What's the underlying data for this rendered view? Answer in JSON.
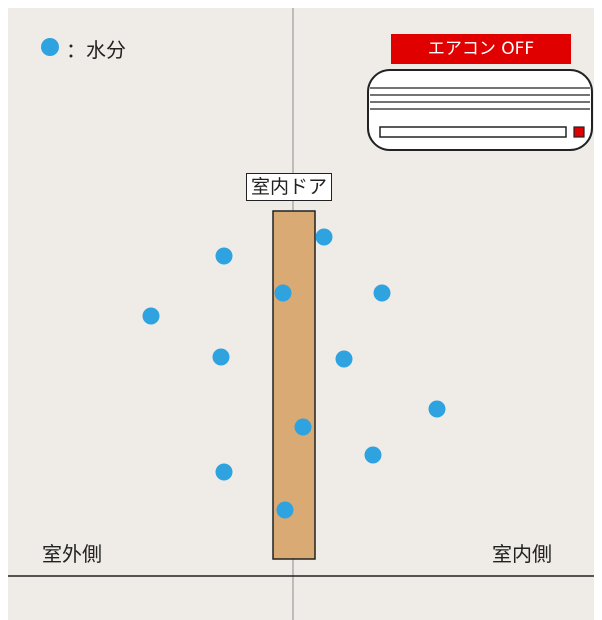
{
  "legend": {
    "label": "：水分",
    "icon": "moisture-dot-icon",
    "color": "#2ea3e0"
  },
  "aircon": {
    "status_label": "エアコン OFF",
    "status_color": "#e00000",
    "icon": "air-conditioner-icon"
  },
  "door": {
    "label": "室内ドア",
    "color": "#d9aa73"
  },
  "sides": {
    "outside": "室外側",
    "inside": "室内側"
  },
  "colors": {
    "background": "#efebe7",
    "moisture": "#2ea3e0",
    "line": "#222222",
    "centerline": "#8c8c8c"
  }
}
